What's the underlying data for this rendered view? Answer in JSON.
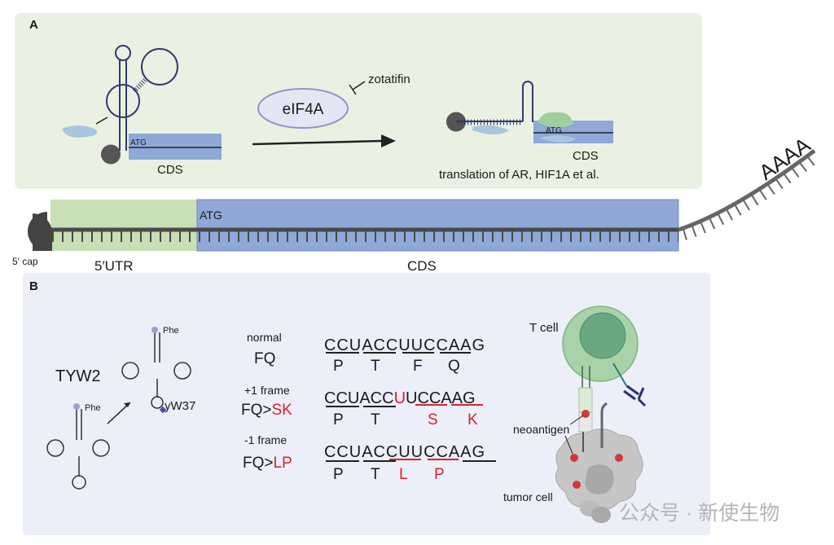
{
  "panel_a": {
    "label": "A",
    "left_atg": "ATG",
    "left_cds": "CDS",
    "factor": "eIF4A",
    "inhibitor": "zotatifin",
    "right_atg": "ATG",
    "right_cds": "CDS",
    "outcome": "translation of AR, HIF1A et al."
  },
  "mrna": {
    "cap": "5′ cap",
    "utr": "5′UTR",
    "atg": "ATG",
    "cds": "CDS",
    "tail": "AAAA"
  },
  "panel_b": {
    "label": "B",
    "enzyme": "TYW2",
    "phe_1": "Phe",
    "phe_2": "Phe",
    "modification": "yW37",
    "rows": [
      {
        "frame": "normal",
        "result_prefix": "FQ",
        "result_change": "",
        "seq_a": "CCUACCUUCCAAG",
        "seq_red": "",
        "seq_b": "",
        "aa": [
          "P",
          "T",
          "F",
          "Q"
        ]
      },
      {
        "frame": "+1 frame",
        "result_prefix": "FQ>",
        "result_change": "SK",
        "seq_a": "CCUACC",
        "seq_red": "U",
        "seq_b": "UCCAAG",
        "aa": [
          "P",
          "T",
          "S",
          "K"
        ]
      },
      {
        "frame": "-1 frame",
        "result_prefix": "FQ>",
        "result_change": "LP",
        "seq_a": "CCUACCUUCCAAG",
        "seq_red": "",
        "seq_b": "",
        "aa": [
          "P",
          "T",
          "L",
          "P"
        ]
      }
    ],
    "t_cell": "T cell",
    "neoantigen": "neoantigen",
    "tumor_cell": "tumor cell"
  },
  "watermark": "公众号 · 新使生物",
  "colors": {
    "panel_a_bg": "#ebf1e2",
    "panel_b_bg": "#eceef8",
    "cds_blue": "#8fa8d8",
    "utr_green": "#c3dcae",
    "mutation_red": "#d8232a"
  }
}
